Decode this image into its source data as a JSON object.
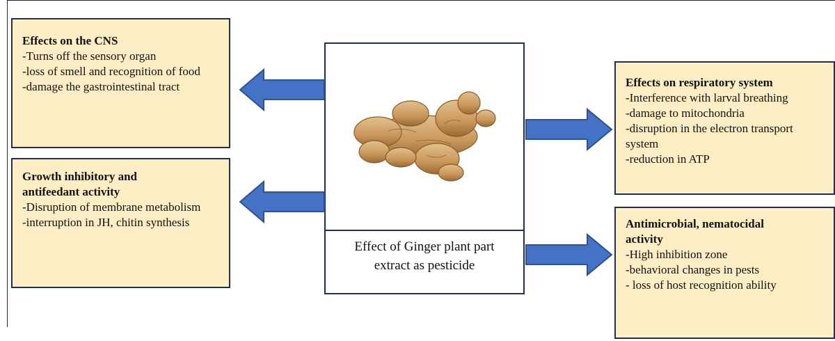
{
  "center": {
    "label_line1": "Effect of Ginger plant part",
    "label_line2": "extract as pesticide",
    "image_icon": "ginger-root"
  },
  "boxes": {
    "cns": {
      "title": "Effects on the CNS",
      "lines": [
        "-Turns off the sensory organ",
        "-loss of smell and recognition of food",
        "-damage the gastrointestinal tract"
      ]
    },
    "growth": {
      "title_line1": "Growth inhibitory and",
      "title_line2": "antifeedant activity",
      "lines": [
        "-Disruption of membrane metabolism",
        "-interruption in JH, chitin synthesis"
      ]
    },
    "respiratory": {
      "title": "Effects on respiratory system",
      "lines": [
        "-Interference with larval breathing",
        "-damage to mitochondria",
        "-disruption in the electron transport system",
        "-reduction in ATP"
      ]
    },
    "antimicrobial": {
      "title_line1": "Antimicrobial, nematocidal",
      "title_line2": "activity",
      "lines": [
        "-High inhibition zone",
        "-behavioral changes in pests",
        "- loss of host recognition ability"
      ]
    }
  },
  "colors": {
    "box_fill": "#fdeec5",
    "box_border": "#1f2f4d",
    "arrow_fill": "#4472c4",
    "arrow_border": "#2f528f"
  }
}
